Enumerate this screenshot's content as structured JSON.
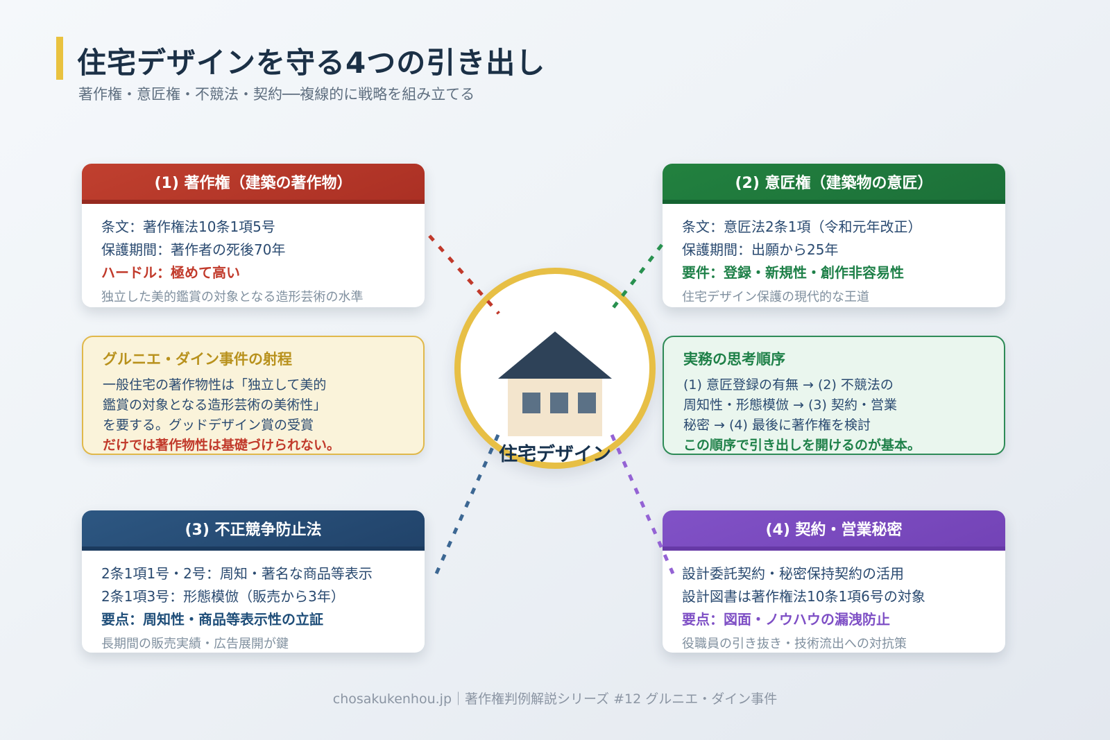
{
  "header": {
    "title": "住宅デザインを守る4つの引き出し",
    "subtitle": "著作権・意匠権・不競法・契約──複線的に戦略を組み立てる"
  },
  "center": {
    "label": "住宅デザイン"
  },
  "cards": {
    "copyright": {
      "title": "(1) 著作権（建築の著作物）",
      "lines": [
        "条文：著作権法10条1項5号",
        "保護期間：著作者の死後70年"
      ],
      "highlight": "ハードル：極めて高い",
      "note": "独立した美的鑑賞の対象となる造形芸術の水準"
    },
    "design": {
      "title": "(2) 意匠権（建築物の意匠）",
      "lines": [
        "条文：意匠法2条1項（令和元年改正）",
        "保護期間：出願から25年"
      ],
      "highlight": "要件：登録・新規性・創作非容易性",
      "note": "住宅デザイン保護の現代的な王道"
    },
    "unfair": {
      "title": "(3) 不正競争防止法",
      "lines": [
        "2条1項1号・2号：周知・著名な商品等表示",
        "2条1項3号：形態模倣（販売から3年）"
      ],
      "highlight": "要点：周知性・商品等表示性の立証",
      "note": "長期間の販売実績・広告展開が鍵"
    },
    "contract": {
      "title": "(4) 契約・営業秘密",
      "lines": [
        "設計委託契約・秘密保持契約の活用",
        "設計図書は著作権法10条1項6号の対象"
      ],
      "highlight": "要点：図面・ノウハウの漏洩防止",
      "note": "役職員の引き抜き・技術流出への対抗策"
    }
  },
  "callouts": {
    "grenier": {
      "title": "グルニエ・ダイン事件の射程",
      "lines": [
        "一般住宅の著作物性は「独立して美的",
        "鑑賞の対象となる造形芸術の美術性」",
        "を要する。グッドデザイン賞の受賞"
      ],
      "highlight": "だけでは著作物性は基礎づけられない。"
    },
    "practice": {
      "title": "実務の思考順序",
      "lines": [
        "(1) 意匠登録の有無 → (2) 不競法の",
        "周知性・形態模倣 → (3) 契約・営業",
        "秘密 → (4) 最後に著作権を検討"
      ],
      "highlight": "この順序で引き出しを開けるのが基本。"
    }
  },
  "footer": {
    "credit": "chosakukenhou.jp｜著作権判例解説シリーズ #12 グルニエ・ダイン事件"
  },
  "colors": {
    "accent_gold": "#e9c23f",
    "card_red": "#b43328",
    "card_green": "#1d7a3e",
    "card_blue": "#27496f",
    "card_purple": "#7a49bc",
    "connector_red": "#c0392b",
    "connector_green": "#28914f",
    "connector_blue": "#3c6793",
    "connector_purple": "#9463d4",
    "title_navy": "#1b3046",
    "body_navy": "#2a4a70",
    "note_gray": "#80909f"
  }
}
